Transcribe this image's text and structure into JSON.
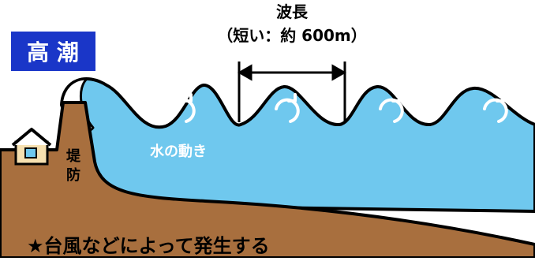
{
  "badge": {
    "label": "高 潮",
    "bg": "#1a36c8",
    "fg": "#ffffff"
  },
  "wavelength": {
    "title": "波長",
    "subtitle": "（短い：約 600m）"
  },
  "labels": {
    "water_motion": "水の動き",
    "embankment_line1": "堤",
    "embankment_line2": "防",
    "footer": "★台風などによって発生する"
  },
  "colors": {
    "water": "#6fc8ee",
    "earth": "#a86f3e",
    "outline": "#000000",
    "house_wall": "#f6e0b0",
    "badge": "#1a36c8"
  },
  "icons": [
    "house-icon",
    "rotation-arrow-icon",
    "double-arrow-icon"
  ]
}
